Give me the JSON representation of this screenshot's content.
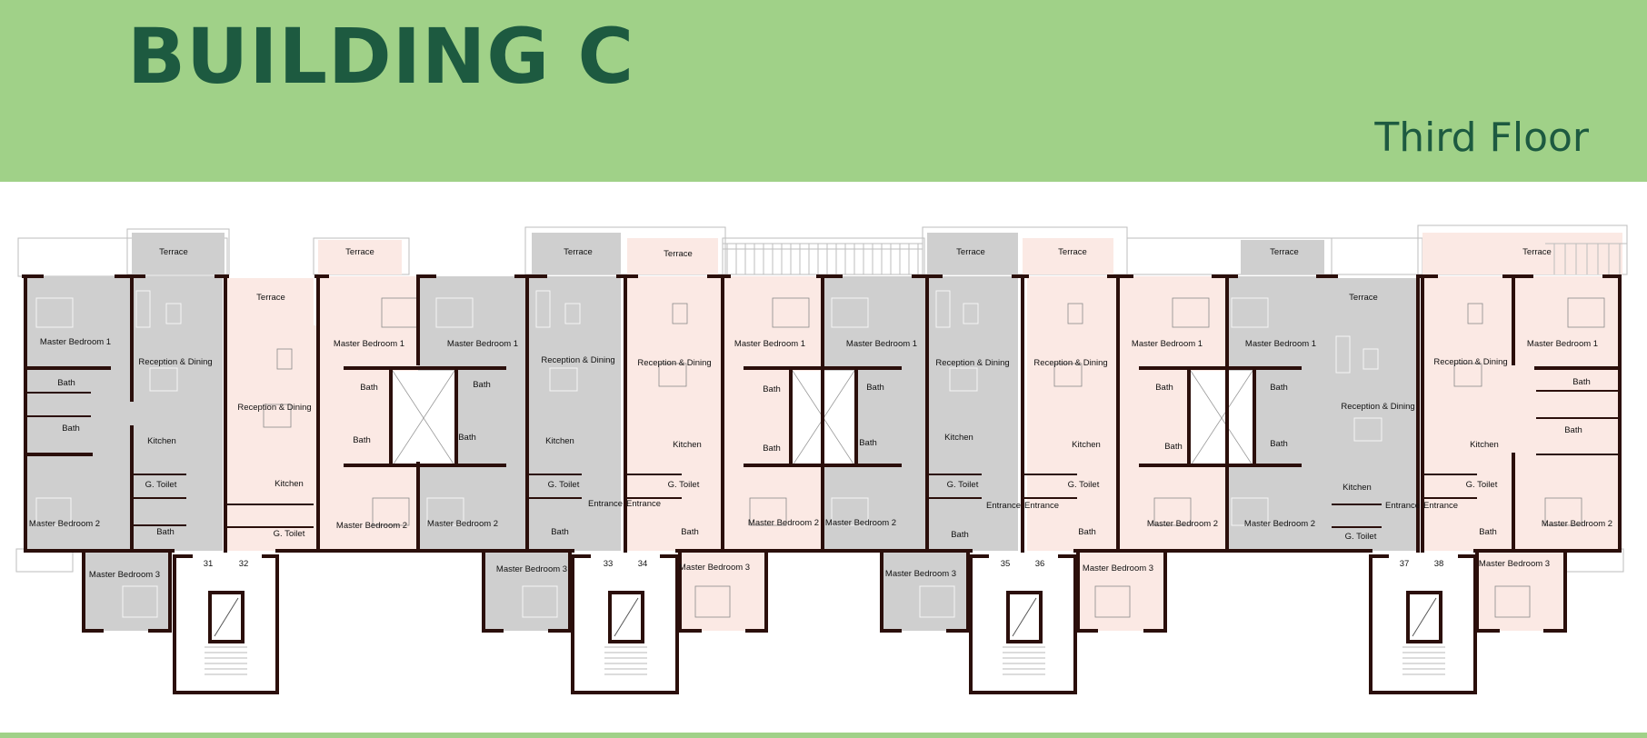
{
  "header": {
    "title": "BUILDING C",
    "subtitle": "Third Floor"
  },
  "colors": {
    "header_bg": "#a0d188",
    "title_text": "#1d5a40",
    "wall": "#2b0f0b",
    "unit_grey": "#cfcfcf",
    "unit_pink": "#fbe9e4"
  },
  "unit_numbers": [
    "31",
    "32",
    "33",
    "34",
    "35",
    "36",
    "37",
    "38"
  ],
  "labels": {
    "terrace": "Terrace",
    "master_bedroom_1": "Master Bedroom 1",
    "master_bedroom_2": "Master Bedroom 2",
    "master_bedroom_3": "Master Bedroom 3",
    "reception_dining": "Reception & Dining",
    "kitchen": "Kitchen",
    "g_toilet": "G. Toilet",
    "bath": "Bath",
    "entrance": "Entrance"
  }
}
